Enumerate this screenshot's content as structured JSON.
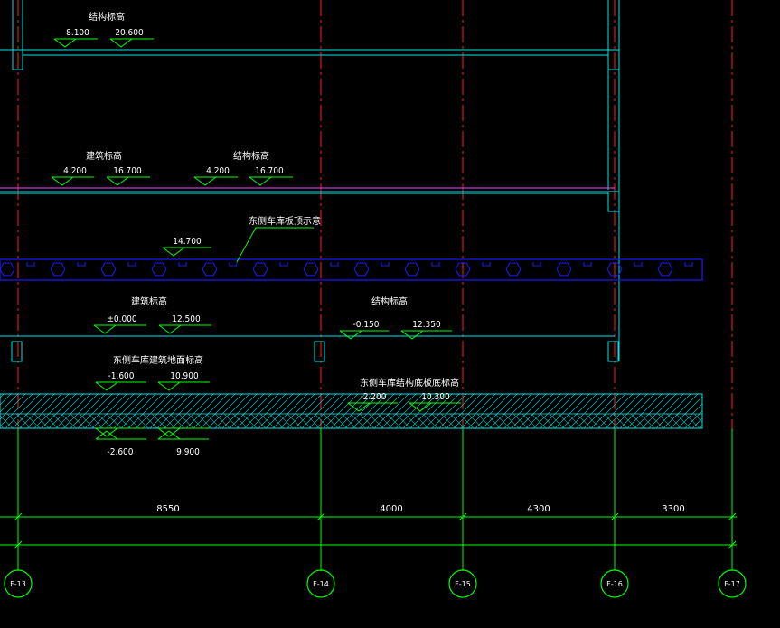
{
  "drawing": {
    "colors": {
      "background": "#000000",
      "slab": "#00e5e5",
      "grid_line": "#ff2020",
      "dimension": "#00ff00",
      "finish_line": "#ff40ff",
      "sprinkler_band": "#1a1aff",
      "text": "#ffffff"
    },
    "labels": {
      "top_structure": "结构标高",
      "level2_arch": "建筑标高",
      "level2_struct": "结构标高",
      "band_note": "东侧车库板顶示意",
      "level3_arch": "建筑标高",
      "level3_struct": "结构标高",
      "east_floor": "东侧车库建筑地面标高",
      "east_base": "东侧车库结构底板底标高"
    },
    "elevations": {
      "top_a": "8.100",
      "top_b": "20.600",
      "l2_a": "4.200",
      "l2_b": "16.700",
      "l2_c": "4.200",
      "l2_d": "16.700",
      "band": "14.700",
      "l3_a": "±0.000",
      "l3_b": "12.500",
      "l3_c": "-0.150",
      "l3_d": "12.350",
      "floor_a": "-1.600",
      "floor_b": "10.900",
      "base_a": "-2.200",
      "base_b": "10.300",
      "bottom_a": "-2.600",
      "bottom_b": "9.900"
    },
    "dimensions": [
      "8550",
      "4000",
      "4300",
      "3300"
    ],
    "axes": [
      "F-13",
      "F-14",
      "F-15",
      "F-16",
      "F-17"
    ]
  }
}
